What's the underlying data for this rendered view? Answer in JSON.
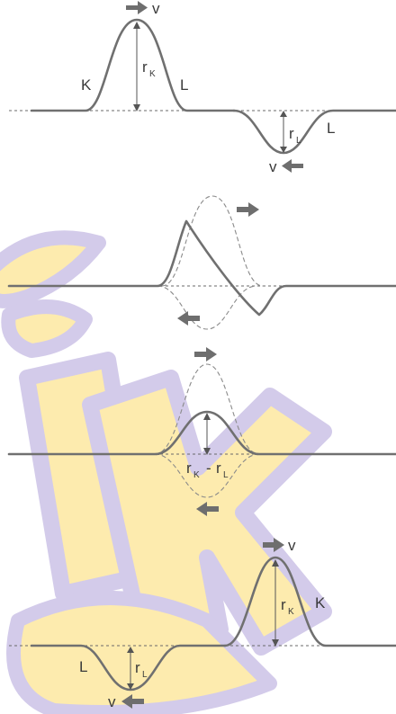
{
  "labels": {
    "velocity": "v",
    "pulse_k": "K",
    "pulse_l": "L",
    "amp_letter": "r",
    "sub_k": "K",
    "sub_l": "L",
    "minus": "-"
  },
  "colors": {
    "wave": "#707070",
    "arrow": "#6e6e6e",
    "watermark_fill": "#fde9a6",
    "watermark_outline": "#cfc6e8"
  },
  "watermark": {
    "type": "logo",
    "text": "ik"
  }
}
